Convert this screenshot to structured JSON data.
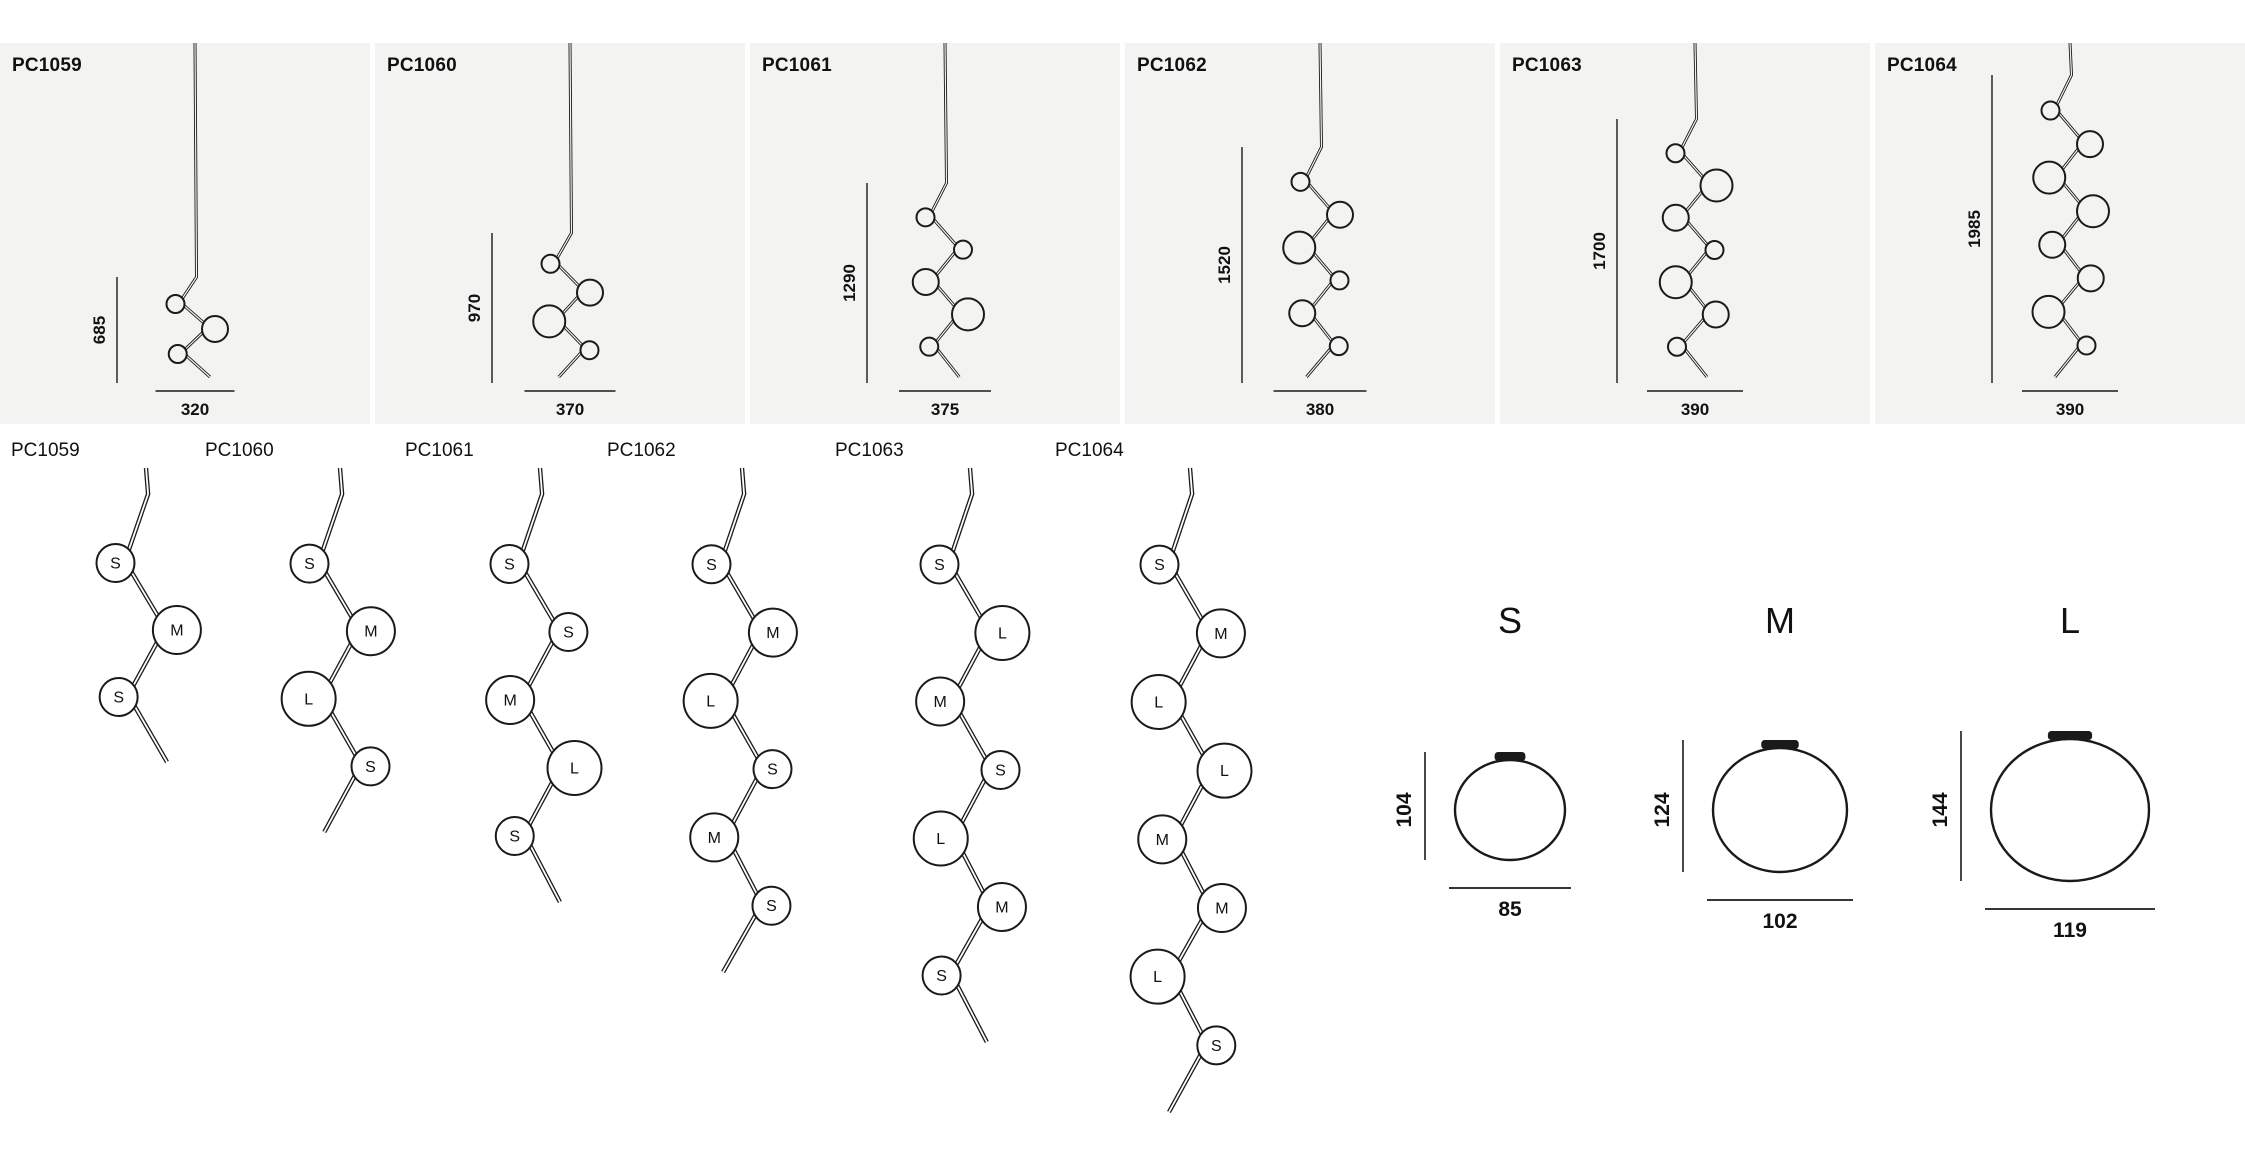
{
  "colors": {
    "background": "#ffffff",
    "panel_bg": "#f3f3f2",
    "line": "#1a1a1a",
    "text": "#111111"
  },
  "products": [
    {
      "code": "PC1059",
      "height_mm": "685",
      "width_mm": "320",
      "globes": [
        "S",
        "M",
        "S"
      ]
    },
    {
      "code": "PC1060",
      "height_mm": "970",
      "width_mm": "370",
      "globes": [
        "S",
        "M",
        "L",
        "S"
      ]
    },
    {
      "code": "PC1061",
      "height_mm": "1290",
      "width_mm": "375",
      "globes": [
        "S",
        "S",
        "M",
        "L",
        "S"
      ]
    },
    {
      "code": "PC1062",
      "height_mm": "1520",
      "width_mm": "380",
      "globes": [
        "S",
        "M",
        "L",
        "S",
        "M",
        "S"
      ]
    },
    {
      "code": "PC1063",
      "height_mm": "1700",
      "width_mm": "390",
      "globes": [
        "S",
        "L",
        "M",
        "S",
        "L",
        "M",
        "S"
      ]
    },
    {
      "code": "PC1064",
      "height_mm": "1985",
      "width_mm": "390",
      "globes": [
        "S",
        "M",
        "L",
        "L",
        "M",
        "M",
        "L",
        "S"
      ]
    }
  ],
  "globe_sizes": [
    {
      "label": "S",
      "height_mm": "104",
      "width_mm": "85"
    },
    {
      "label": "M",
      "height_mm": "124",
      "width_mm": "102"
    },
    {
      "label": "L",
      "height_mm": "144",
      "width_mm": "119"
    }
  ]
}
